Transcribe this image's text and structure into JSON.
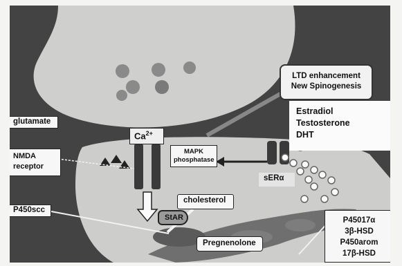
{
  "labels": {
    "ltd_line1": "LTD enhancement",
    "ltd_line2": "New Spinogenesis",
    "glutamate": "glutamate",
    "calcium_base": "Ca",
    "calcium_sup": "2+",
    "steroids": [
      "Estradiol",
      "Testosterone",
      "DHT"
    ],
    "nmda_line1": "NMDA",
    "nmda_line2": "receptor",
    "mapk_line1": "MAPK",
    "mapk_line2": "phosphatase",
    "ser_alpha": "sERα",
    "p450scc": "P450scc",
    "cholesterol": "cholesterol",
    "star": "StAR",
    "pregnenolone": "Pregnenolone",
    "enzymes": [
      "P45017α",
      "3β-HSD",
      "P450arom",
      "17β-HSD"
    ]
  },
  "colors": {
    "background": "#434343",
    "presynaptic_terminal": "#cfcfcd",
    "postsynaptic_spine": "#cdcdcb",
    "vesicle": "#8a8a8a",
    "receptor": "#3a3a3a",
    "label_box": "#f7f7f7"
  }
}
